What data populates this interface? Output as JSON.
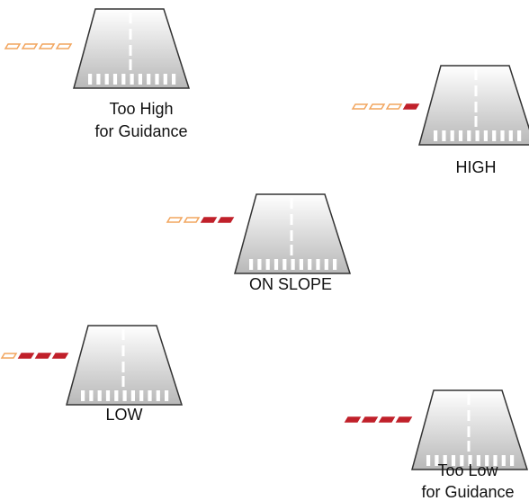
{
  "colors": {
    "white_light": "#f2a55e",
    "red_light": "#c0202a",
    "runway_light": "#ffffff",
    "runway_dark": "#b8b8b8",
    "runway_outline": "#333333",
    "marking": "#ffffff"
  },
  "panels": [
    {
      "id": "too-high",
      "label_lines": [
        "Too High",
        "for Guidance"
      ],
      "lights": [
        "white",
        "white",
        "white",
        "white"
      ]
    },
    {
      "id": "high",
      "label_lines": [
        "HIGH"
      ],
      "lights": [
        "white",
        "white",
        "white",
        "red"
      ]
    },
    {
      "id": "on-slope",
      "label_lines": [
        "ON SLOPE"
      ],
      "lights": [
        "white",
        "white",
        "red",
        "red"
      ]
    },
    {
      "id": "low",
      "label_lines": [
        "LOW"
      ],
      "lights": [
        "white",
        "red",
        "red",
        "red"
      ]
    },
    {
      "id": "too-low",
      "label_lines": [
        "Too Low",
        "for Guidance"
      ],
      "lights": [
        "red",
        "red",
        "red",
        "red"
      ]
    }
  ]
}
